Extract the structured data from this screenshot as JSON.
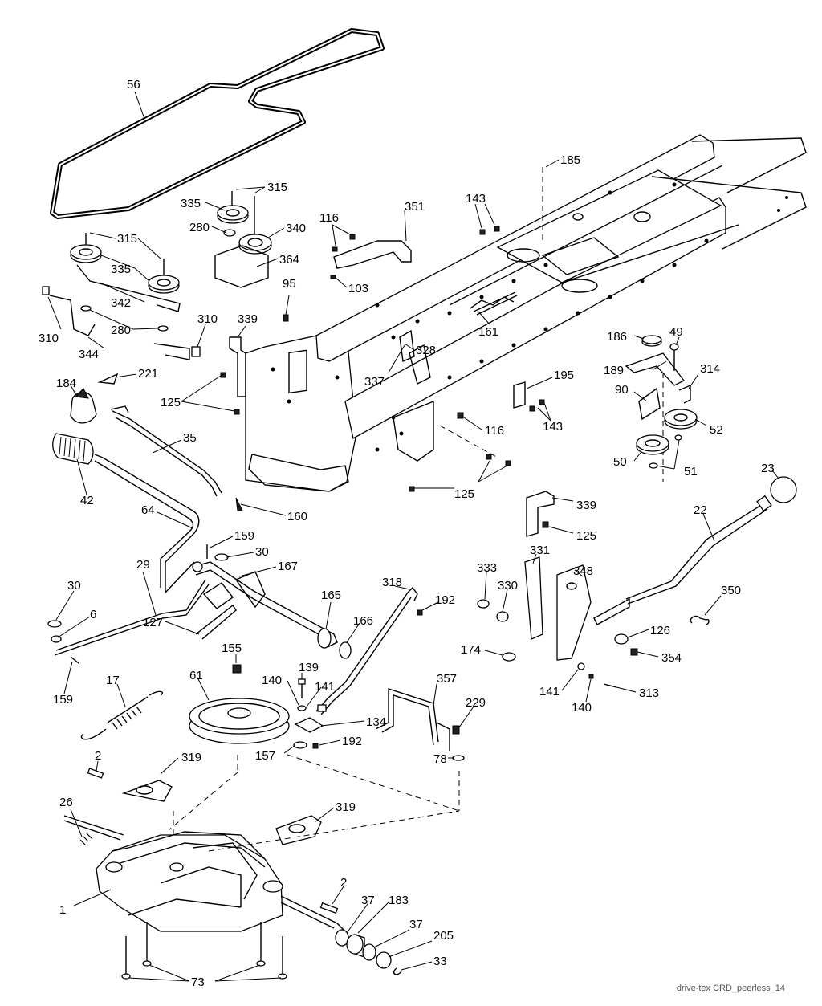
{
  "labels": {
    "l56": "56",
    "l315a": "315",
    "l335a": "335",
    "l280a": "280",
    "l340": "340",
    "l364": "364",
    "l315b": "315",
    "l335b": "335",
    "l342": "342",
    "l310a": "310",
    "l280b": "280",
    "l344": "344",
    "l310b": "310",
    "l95": "95",
    "l339a": "339",
    "l116a": "116",
    "l103": "103",
    "l351": "351",
    "l143a": "143",
    "l185": "185",
    "l161": "161",
    "l328": "328",
    "l337": "337",
    "l221": "221",
    "l184": "184",
    "l125a": "125",
    "l35": "35",
    "l42": "42",
    "l160": "160",
    "l64": "64",
    "l159a": "159",
    "l30a": "30",
    "l167": "167",
    "l29": "29",
    "l30b": "30",
    "l6": "6",
    "l159b": "159",
    "l127": "127",
    "l165": "165",
    "l166": "166",
    "l155": "155",
    "l139": "139",
    "l140a": "140",
    "l141a": "141",
    "l61": "61",
    "l17": "17",
    "l318": "318",
    "l192a": "192",
    "l134": "134",
    "l157": "157",
    "l192b": "192",
    "l2a": "2",
    "l319a": "319",
    "l26": "26",
    "l319b": "319",
    "l1": "1",
    "l357": "357",
    "l229": "229",
    "l78": "78",
    "l2b": "2",
    "l37a": "37",
    "l183": "183",
    "l37b": "37",
    "l205": "205",
    "l33": "33",
    "l73": "73",
    "l116b": "116",
    "l195": "195",
    "l143b": "143",
    "l125b": "125",
    "l186": "186",
    "l49": "49",
    "l189": "189",
    "l314": "314",
    "l90": "90",
    "l52": "52",
    "l50": "50",
    "l51": "51",
    "l23": "23",
    "l22": "22",
    "l339b": "339",
    "l125c": "125",
    "l331": "331",
    "l333": "333",
    "l330": "330",
    "l348": "348",
    "l350": "350",
    "l126": "126",
    "l174": "174",
    "l354": "354",
    "l141b": "141",
    "l140b": "140",
    "l313": "313"
  },
  "footer_text": "drive-tex CRD_peerless_14"
}
